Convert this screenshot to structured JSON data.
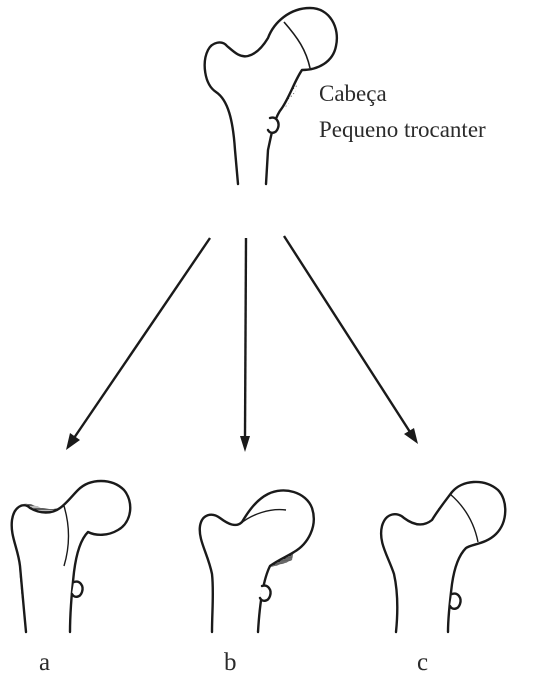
{
  "annotations": {
    "head": "Cabeça",
    "lesser_trochanter": "Pequeno trocanter"
  },
  "variants": [
    {
      "letter": "a"
    },
    {
      "letter": "b"
    },
    {
      "letter": "c"
    }
  ]
}
